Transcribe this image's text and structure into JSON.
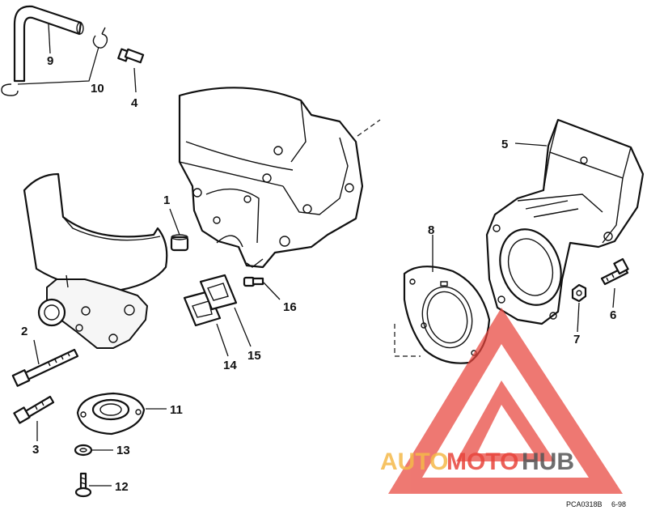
{
  "callouts": {
    "c1": "1",
    "c2": "2",
    "c3": "3",
    "c4": "4",
    "c5": "5",
    "c6": "6",
    "c7": "7",
    "c8": "8",
    "c9": "9",
    "c10": "10",
    "c11": "11",
    "c12": "12",
    "c13": "13",
    "c14": "14",
    "c15": "15",
    "c16": "16"
  },
  "drawing_code": "PCA0318B",
  "drawing_date": "6-98",
  "watermark": {
    "part1": "AUTO",
    "part2": "MOTO",
    "part3": "HUB",
    "color_primary": "#e8453c",
    "color_secondary": "#f5b94a",
    "color_dark": "#555555"
  }
}
